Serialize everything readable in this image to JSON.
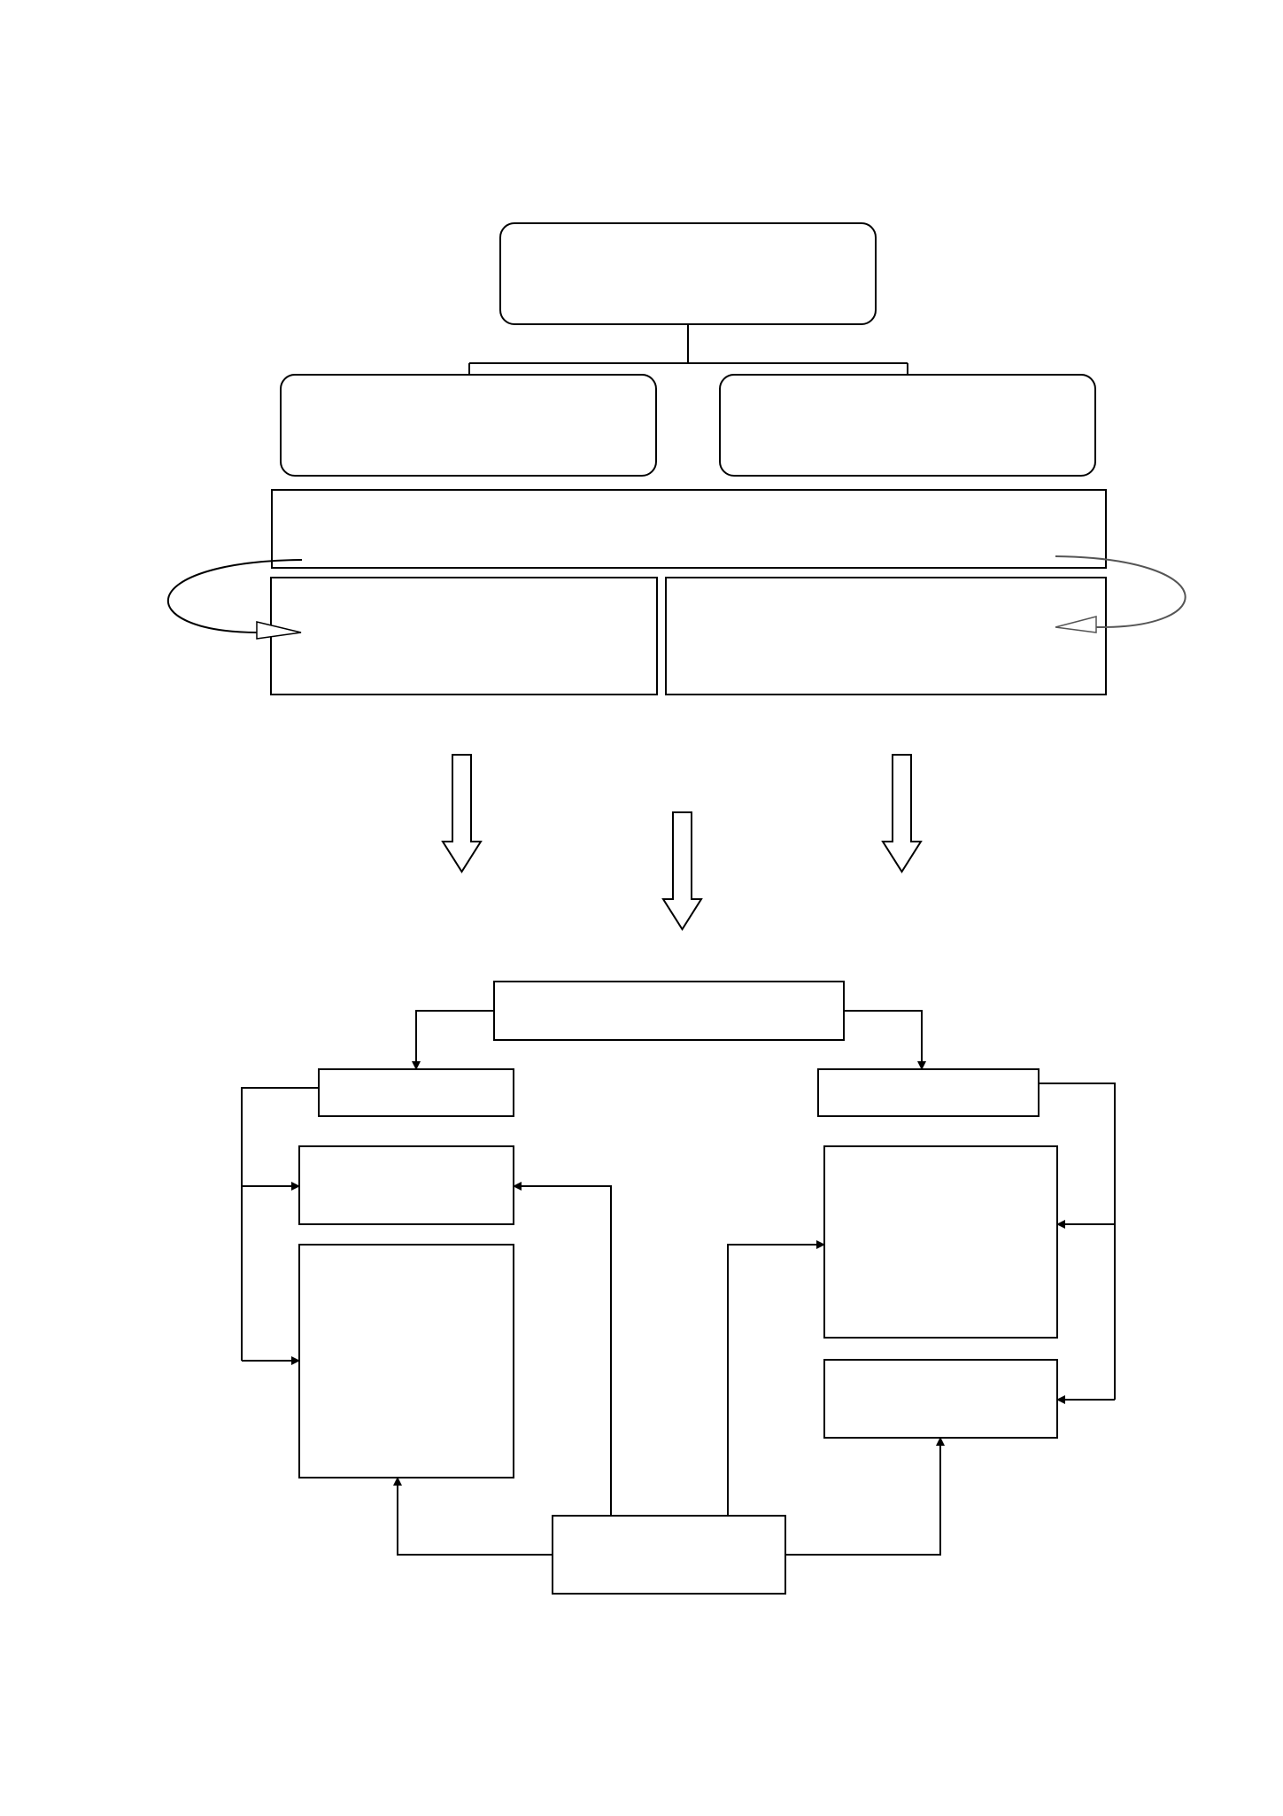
{
  "document": {
    "type": "blank flowchart template",
    "background_color": "#ffffff",
    "stroke_color": "#000000",
    "loop_arrow_right_color": "#555555"
  },
  "upper_section": {
    "top_box": {
      "label": ""
    },
    "branch_boxes": [
      {
        "label": ""
      },
      {
        "label": ""
      }
    ],
    "wide_box": {
      "label": ""
    },
    "lower_boxes": [
      {
        "label": ""
      },
      {
        "label": ""
      }
    ],
    "loop_arrows": [
      "left-loop-arrow",
      "right-loop-arrow"
    ]
  },
  "transition_arrows": [
    "down-arrow-left",
    "down-arrow-center",
    "down-arrow-right"
  ],
  "lower_section": {
    "top_box": {
      "label": ""
    },
    "left_header_box": {
      "label": ""
    },
    "left_small_box": {
      "label": ""
    },
    "left_tall_box": {
      "label": ""
    },
    "right_header_box": {
      "label": ""
    },
    "right_tall_box": {
      "label": ""
    },
    "right_small_box": {
      "label": ""
    },
    "bottom_box": {
      "label": ""
    }
  }
}
